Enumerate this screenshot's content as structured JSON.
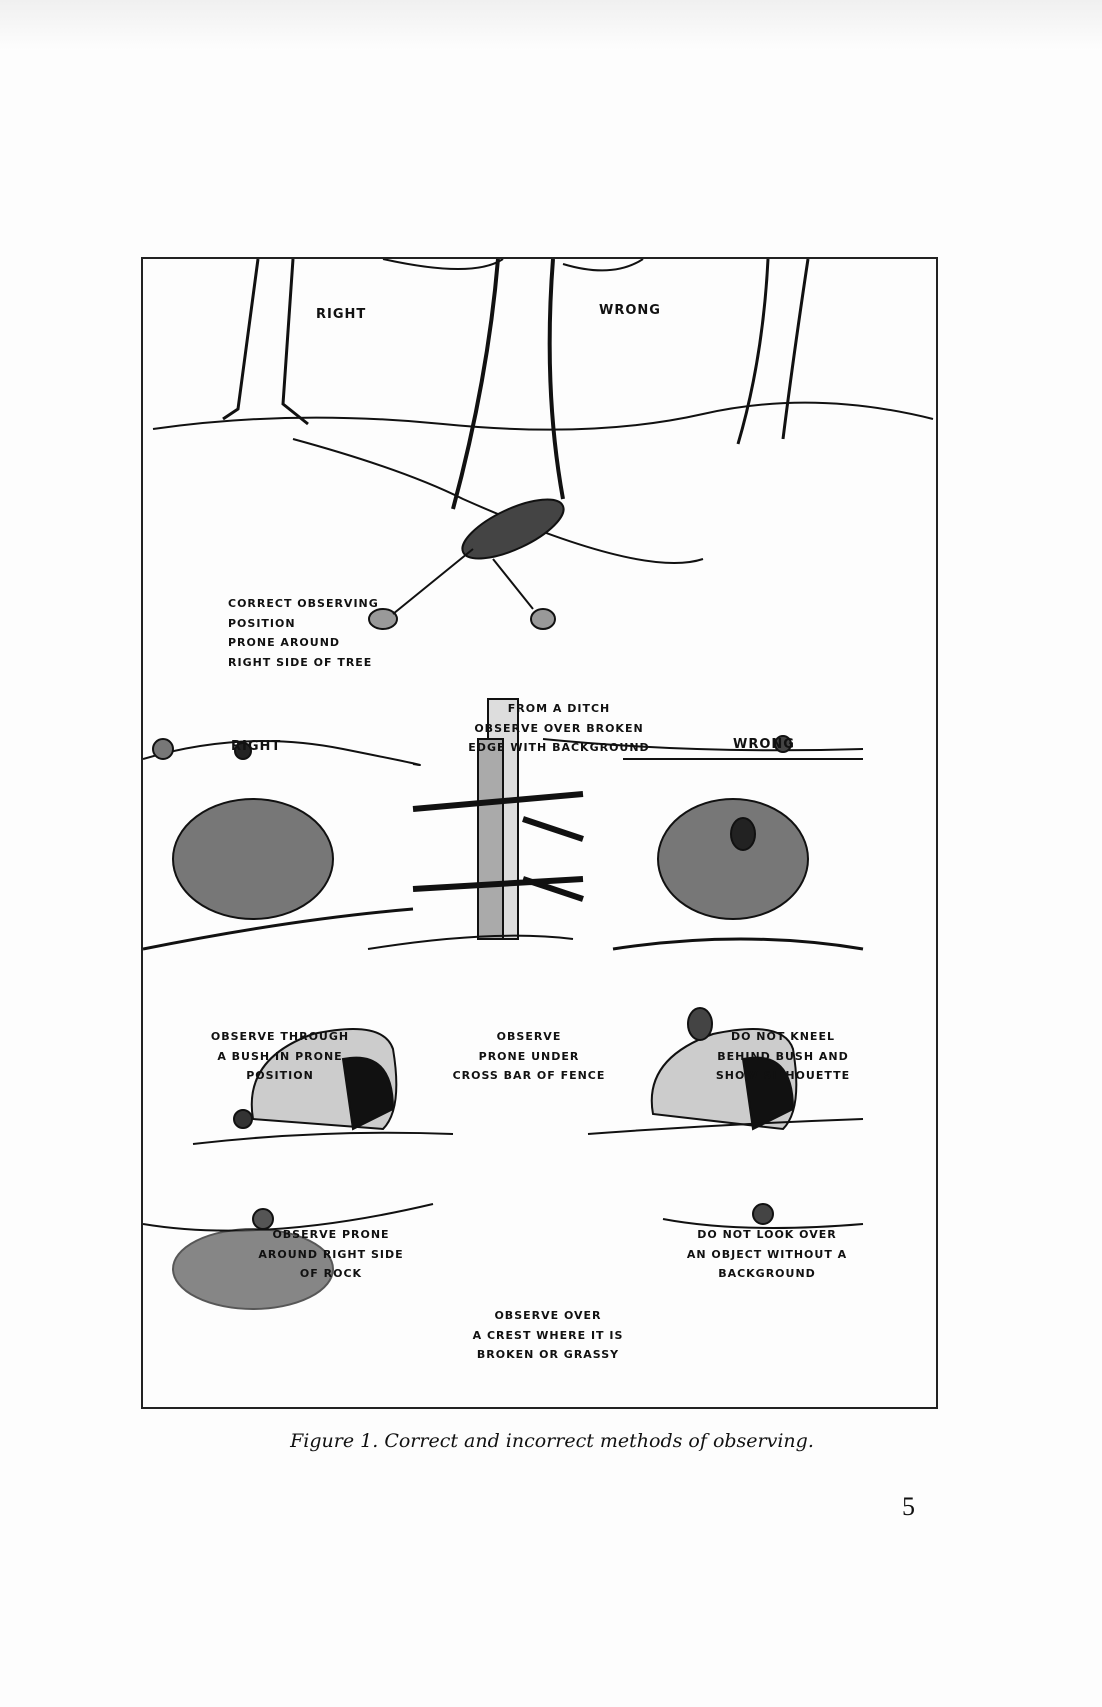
{
  "figure": {
    "top_panel": {
      "right_label": "RIGHT",
      "wrong_label": "WRONG",
      "tree_caption": [
        "CORRECT OBSERVING",
        "POSITION",
        "PRONE AROUND",
        "RIGHT SIDE OF TREE"
      ]
    },
    "middle_panel": {
      "right_label": "RIGHT",
      "wrong_label": "WRONG",
      "ditch_caption": [
        "FROM A DITCH",
        "OBSERVE OVER BROKEN",
        "EDGE WITH BACKGROUND"
      ],
      "bush_caption": [
        "OBSERVE THROUGH",
        "A BUSH IN PRONE",
        "POSITION"
      ],
      "fence_caption": [
        "OBSERVE",
        "PRONE UNDER",
        "CROSS BAR OF FENCE"
      ],
      "kneel_caption": [
        "DO NOT KNEEL",
        "BEHIND BUSH AND",
        "SHOW SILHOUETTE"
      ]
    },
    "lower_panel": {
      "rock_right_caption": [
        "OBSERVE PRONE",
        "AROUND RIGHT SIDE",
        "OF ROCK"
      ],
      "rock_wrong_caption": [
        "DO NOT LOOK OVER",
        "AN OBJECT WITHOUT A",
        "BACKGROUND"
      ],
      "crest_caption": [
        "OBSERVE OVER",
        "A CREST WHERE IT IS",
        "BROKEN OR GRASSY"
      ]
    }
  },
  "caption": "Figure 1. Correct and incorrect methods of observing.",
  "page_number": "5"
}
